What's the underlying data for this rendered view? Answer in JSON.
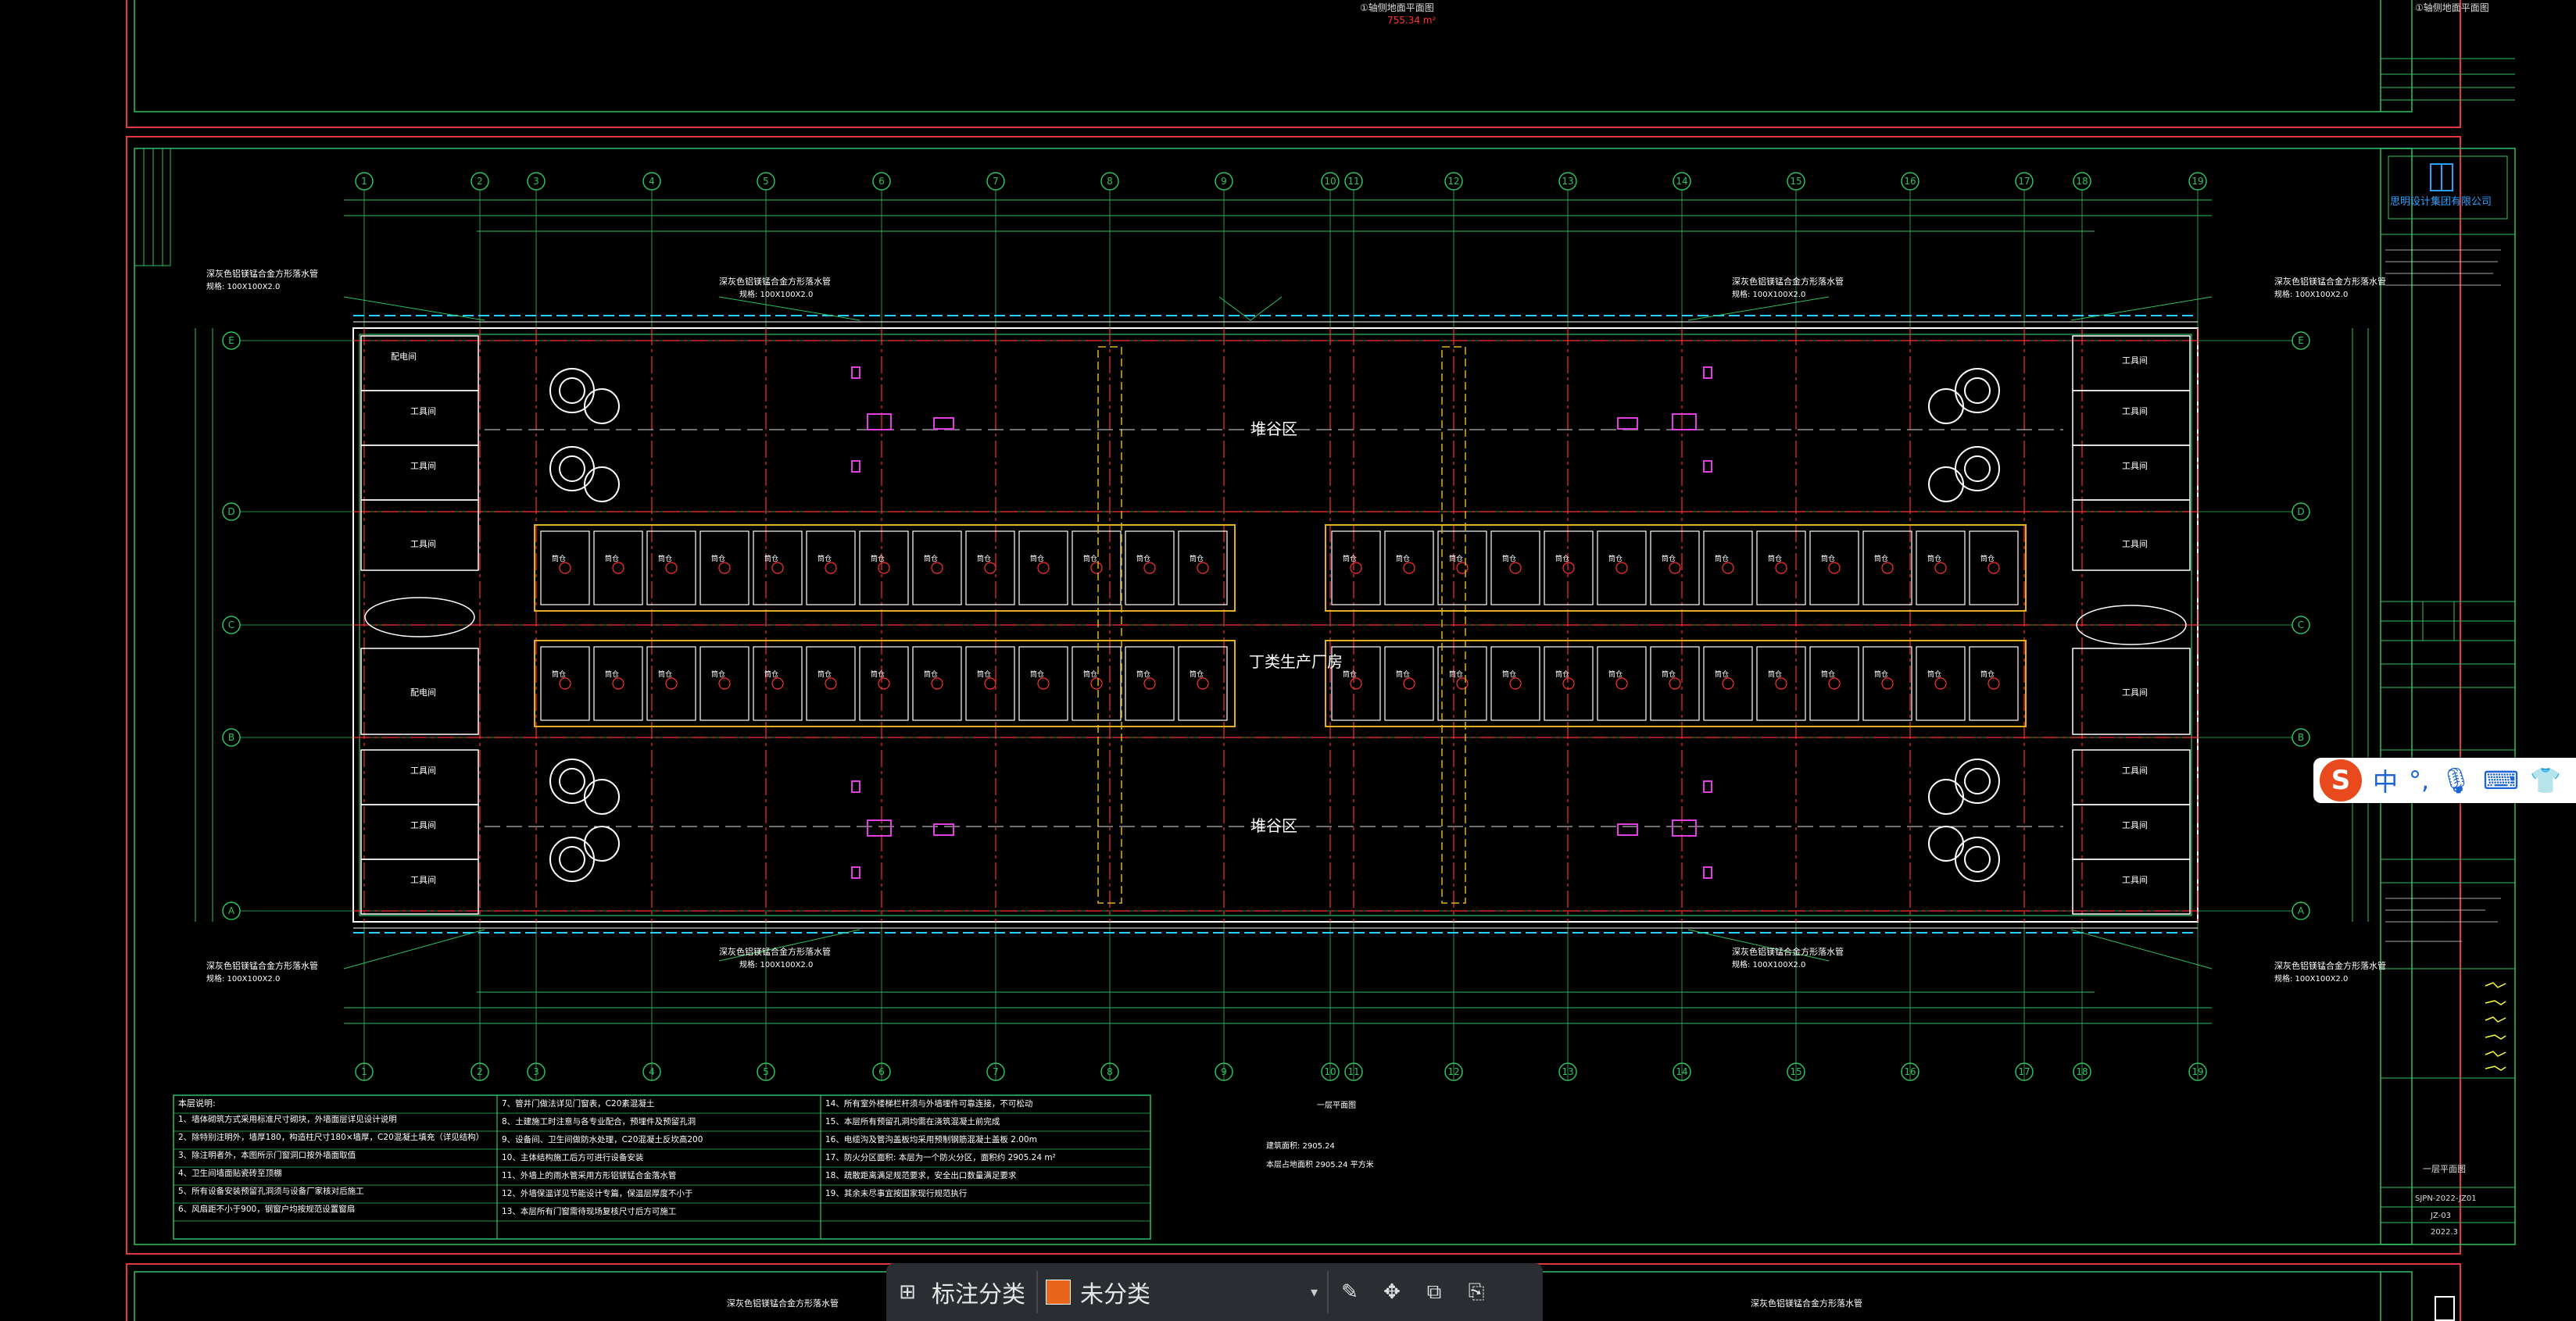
{
  "drawing": {
    "top_title": "①轴侧地面平面图",
    "top_area": "755.34 m²",
    "zones": {
      "stack_top": "堆谷区",
      "center": "丁类生产厂房",
      "stack_bottom": "堆谷区"
    },
    "room_tool": "工具间",
    "room_cool": "配电间",
    "bin_label": "筒仓",
    "grid_numbers": [
      "1",
      "2",
      "3",
      "4",
      "5",
      "6",
      "7",
      "8",
      "9",
      "10",
      "11",
      "12",
      "13",
      "14",
      "15",
      "16",
      "17",
      "18",
      "19"
    ],
    "grid_letters": [
      "E",
      "D",
      "C",
      "B",
      "A"
    ],
    "pipe_note": "深灰色铝镁锰合金方形落水管",
    "pipe_spec": "规格: 100X100X2.0",
    "notes_title": "本层说明:",
    "notes_col1": [
      "1、墙体砌筑方式采用标准尺寸砌块，外墙面层详见设计说明",
      "2、除特别注明外，墙厚180，构造柱尺寸180×墙厚，C20混凝土填充（详见结构）",
      "3、除注明者外，本图所示门窗洞口按外墙面取值",
      "4、卫生间墙面贴瓷砖至顶棚",
      "5、所有设备安装预留孔洞须与设备厂家核对后施工",
      "6、风扇距不小于900，钢窗户均按规范设置窗扇"
    ],
    "notes_col2": [
      "7、管井门做法详见门窗表，C20素混凝土",
      "8、土建施工时注意与各专业配合，预埋件及预留孔洞",
      "9、设备间、卫生间做防水处理，C20混凝土反坎高200",
      "10、主体结构施工后方可进行设备安装",
      "11、外墙上的雨水管采用方形铝镁锰合金落水管",
      "12、外墙保温详见节能设计专篇，保温层厚度不小于",
      "13、本层所有门窗需待现场复核尺寸后方可施工"
    ],
    "notes_col3": [
      "14、所有室外楼梯栏杆须与外墙埋件可靠连接，不可松动",
      "15、本层所有预留孔洞均需在浇筑混凝土前完成",
      "16、电缆沟及管沟盖板均采用预制钢筋混凝土盖板 2.00m",
      "17、防火分区面积: 本层为一个防火分区，面积约 2905.24 m²",
      "18、疏散距离满足规范要求，安全出口数量满足要求",
      "19、其余未尽事宜按国家现行规范执行"
    ],
    "plan_caption": "一层平面图",
    "area_line1": "建筑面积: 2905.24",
    "area_line2": "本层占地面积 2905.24 平方米",
    "titleblock_company": "思明设计集团有限公司",
    "titleblock_drawing": "一层平面图",
    "titleblock_code": "SJPN-2022-JZ01",
    "titleblock_sheet": "JZ-03",
    "titleblock_date": "2022.3"
  },
  "ime": {
    "logo": "S",
    "lang": "中",
    "punct": "°,",
    "mic": "🎙",
    "kbd": "⌨",
    "skin": "👕"
  },
  "toolbar": {
    "grid_icon": "⊞",
    "label": "标注分类",
    "category": "未分类",
    "category_color": "#e8651c",
    "caret": "▾",
    "edit_icon": "✎",
    "move_icon": "✥",
    "copy_icon": "⧉",
    "paste_icon": "⎘"
  }
}
